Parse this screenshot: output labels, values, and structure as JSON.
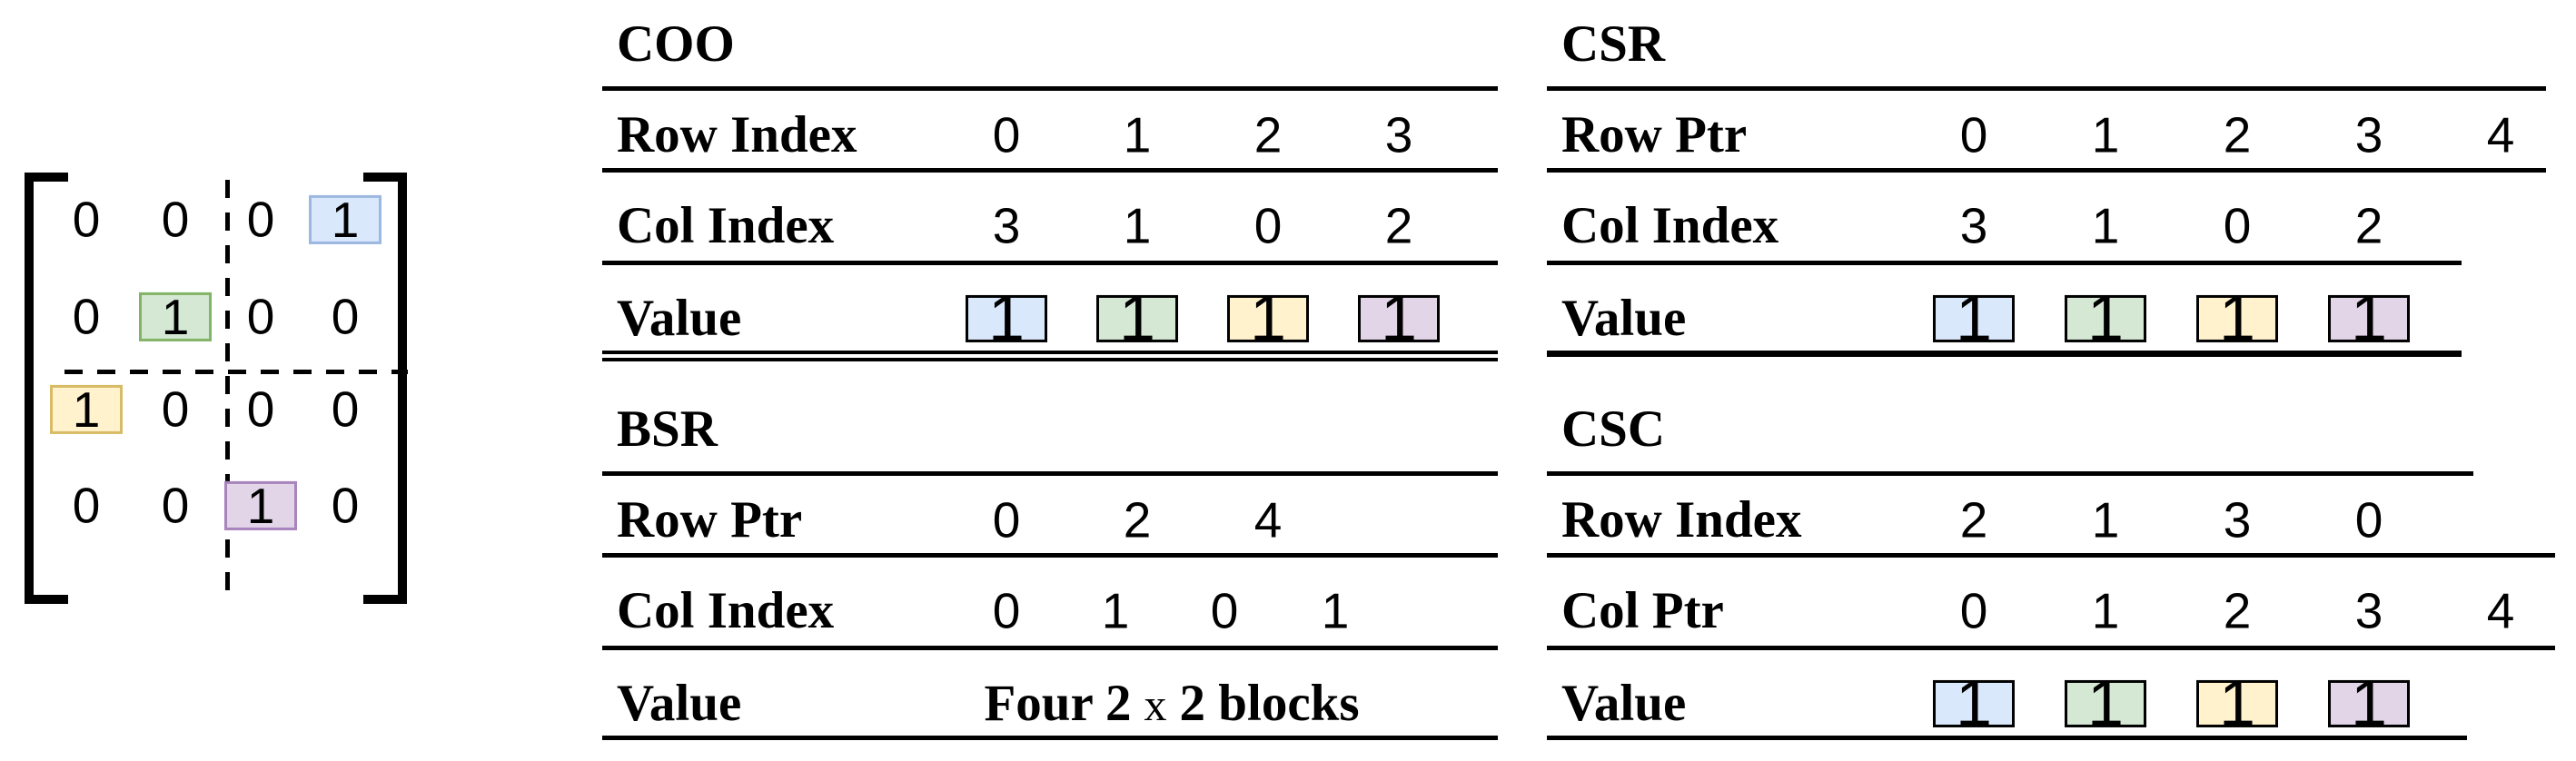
{
  "matrix": {
    "rows": [
      [
        "0",
        "0",
        "0",
        "1"
      ],
      [
        "0",
        "1",
        "0",
        "0"
      ],
      [
        "1",
        "0",
        "0",
        "0"
      ],
      [
        "0",
        "0",
        "1",
        "0"
      ]
    ],
    "highlighted_cells": [
      {
        "row": 0,
        "col": 3,
        "color": "blue"
      },
      {
        "row": 1,
        "col": 1,
        "color": "green"
      },
      {
        "row": 2,
        "col": 0,
        "color": "yellow"
      },
      {
        "row": 3,
        "col": 2,
        "color": "purple"
      }
    ]
  },
  "tables": {
    "coo": {
      "title": "COO",
      "row_index": {
        "label": "Row Index",
        "values": [
          "0",
          "1",
          "2",
          "3"
        ]
      },
      "col_index": {
        "label": "Col Index",
        "values": [
          "3",
          "1",
          "0",
          "2"
        ]
      },
      "value": {
        "label": "Value",
        "values": [
          "1",
          "1",
          "1",
          "1"
        ],
        "box_colors": [
          "blue",
          "green",
          "yellow",
          "purple"
        ]
      }
    },
    "csr": {
      "title": "CSR",
      "row_ptr": {
        "label": "Row Ptr",
        "values": [
          "0",
          "1",
          "2",
          "3",
          "4"
        ]
      },
      "col_index": {
        "label": "Col Index",
        "values": [
          "3",
          "1",
          "0",
          "2"
        ]
      },
      "value": {
        "label": "Value",
        "values": [
          "1",
          "1",
          "1",
          "1"
        ],
        "box_colors": [
          "blue",
          "green",
          "yellow",
          "purple"
        ]
      }
    },
    "bsr": {
      "title": "BSR",
      "row_ptr": {
        "label": "Row Ptr",
        "values": [
          "0",
          "2",
          "4"
        ]
      },
      "col_index": {
        "label": "Col Index",
        "values": [
          "0",
          "1",
          "0",
          "1"
        ]
      },
      "value": {
        "label": "Value",
        "text_left": "Four 2",
        "text_x": "x",
        "text_right": "2 blocks"
      }
    },
    "csc": {
      "title": "CSC",
      "row_index": {
        "label": "Row Index",
        "values": [
          "2",
          "1",
          "3",
          "0"
        ]
      },
      "col_ptr": {
        "label": "Col Ptr",
        "values": [
          "0",
          "1",
          "2",
          "3",
          "4"
        ]
      },
      "value": {
        "label": "Value",
        "values": [
          "1",
          "1",
          "1",
          "1"
        ],
        "box_colors": [
          "blue",
          "green",
          "yellow",
          "purple"
        ]
      }
    }
  },
  "colors": {
    "blue_fill": "#dae8fc",
    "blue_stroke": "#9cb8e0",
    "green_fill": "#d5e8d4",
    "green_stroke": "#82b366",
    "yellow_fill": "#fff2cc",
    "yellow_stroke": "#d8bb66",
    "purple_fill": "#e1d5e7",
    "purple_stroke": "#a884bd",
    "line": "#000000"
  }
}
